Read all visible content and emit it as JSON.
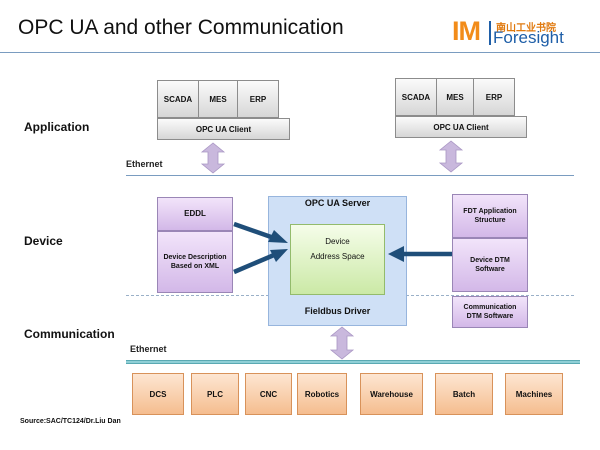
{
  "title": "OPC UA and other Communication",
  "brand": {
    "im": "IM",
    "chinese": "南山工业书院",
    "foresight": "Foresight"
  },
  "layers": {
    "application": "Application",
    "device": "Device",
    "communication": "Communication"
  },
  "ethernet_labels": {
    "upper": "Ethernet",
    "lower": "Ethernet"
  },
  "app_left": {
    "boxes": [
      "SCADA",
      "MES",
      "ERP"
    ],
    "client": "OPC UA Client"
  },
  "app_right": {
    "boxes": [
      "SCADA",
      "MES",
      "ERP"
    ],
    "client": "OPC UA Client"
  },
  "eddl": {
    "title": "EDDL",
    "desc_line1": "Device Description",
    "desc_line2": "Based on XML"
  },
  "server": {
    "title": "OPC UA Server",
    "space_line1": "Device",
    "space_line2": "Address Space",
    "driver": "Fieldbus Driver"
  },
  "fdt": {
    "structure_line1": "FDT Application",
    "structure_line2": "Structure",
    "dtm_line1": "Device DTM",
    "dtm_line2": "Software",
    "comm_line1": "Communication",
    "comm_line2": "DTM Software"
  },
  "field_devices": [
    "DCS",
    "PLC",
    "CNC",
    "Robotics",
    "Warehouse",
    "Batch",
    "Machines"
  ],
  "source": "Source:SAC/TC124/Dr.Liu Dan",
  "colors": {
    "arrow_dark": "#1f4e79",
    "arrow_light": "#c9b8dd",
    "bus": "#8fcfd6"
  }
}
